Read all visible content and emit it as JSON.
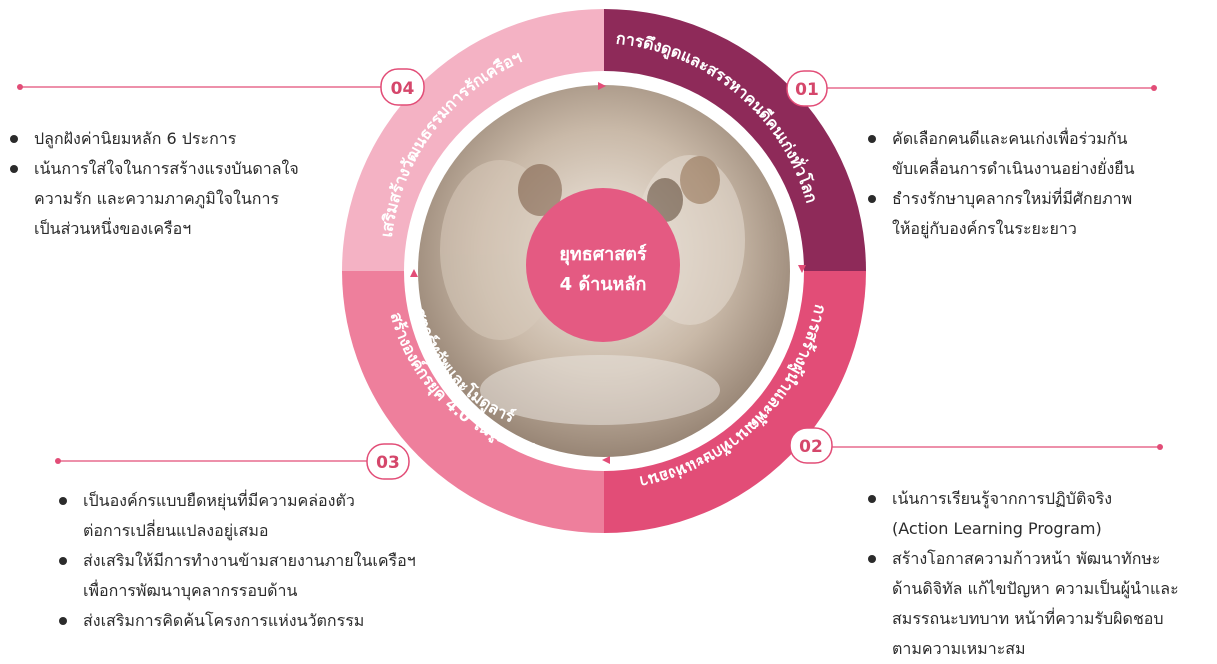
{
  "colors": {
    "seg_01": "#8e2a59",
    "seg_02": "#e24d77",
    "seg_03": "#ee7f9c",
    "seg_04": "#f4b2c4",
    "center": "#e45a82",
    "accent": "#e24d77"
  },
  "center": {
    "line1": "ยุทธศาสตร์",
    "line2": "4 ด้านหลัก"
  },
  "segments": {
    "s01": {
      "number": "01",
      "label": "การดึงดูดและสรรหาคนดีคนเก่งทั่วโลก"
    },
    "s02": {
      "number": "02",
      "label": "การสร้างผู้นำและพัฒนาทักษะแห่งอนาคต"
    },
    "s03": {
      "number": "03",
      "label_line1": "สร้างองค์กรยุค 4.0 ในรูปแบบ",
      "label_line2": "สตาร์ทอัพและโมดูลาร์"
    },
    "s04": {
      "number": "04",
      "label": "เสริมสร้างวัฒนธรรมการรักเครือฯ"
    }
  },
  "bullets": {
    "b04": [
      [
        "ปลูกฝังค่านิยมหลัก 6 ประการ"
      ],
      [
        "เน้นการใส่ใจในการสร้างแรงบันดาลใจ",
        "ความรัก และความภาคภูมิใจในการ",
        "เป็นส่วนหนึ่งของเครือฯ"
      ]
    ],
    "b01": [
      [
        "คัดเลือกคนดีและคนเก่งเพื่อร่วมกัน",
        "ขับเคลื่อนการดำเนินงานอย่างยั่งยืน"
      ],
      [
        "ธำรงรักษาบุคลากรใหม่ที่มีศักยภาพ",
        "ให้อยู่กับองค์กรในระยะยาว"
      ]
    ],
    "b03": [
      [
        "เป็นองค์กรแบบยืดหยุ่นที่มีความคล่องตัว",
        "ต่อการเปลี่ยนแปลงอยู่เสมอ"
      ],
      [
        "ส่งเสริมให้มีการทำงานข้ามสายงานภายในเครือฯ",
        "เพื่อการพัฒนาบุคลากรรอบด้าน"
      ],
      [
        "ส่งเสริมการคิดค้นโครงการแห่งนวัตกรรม"
      ]
    ],
    "b02": [
      [
        "เน้นการเรียนรู้จากการปฏิบัติจริง",
        "(Action Learning Program)"
      ],
      [
        "สร้างโอกาสความก้าวหน้า พัฒนาทักษะ",
        "ด้านดิจิทัล แก้ไขปัญหา ความเป็นผู้นำและ",
        "สมรรถนะบทบาท หน้าที่ความรับผิดชอบ",
        "ตามความเหมาะสม"
      ]
    ]
  }
}
